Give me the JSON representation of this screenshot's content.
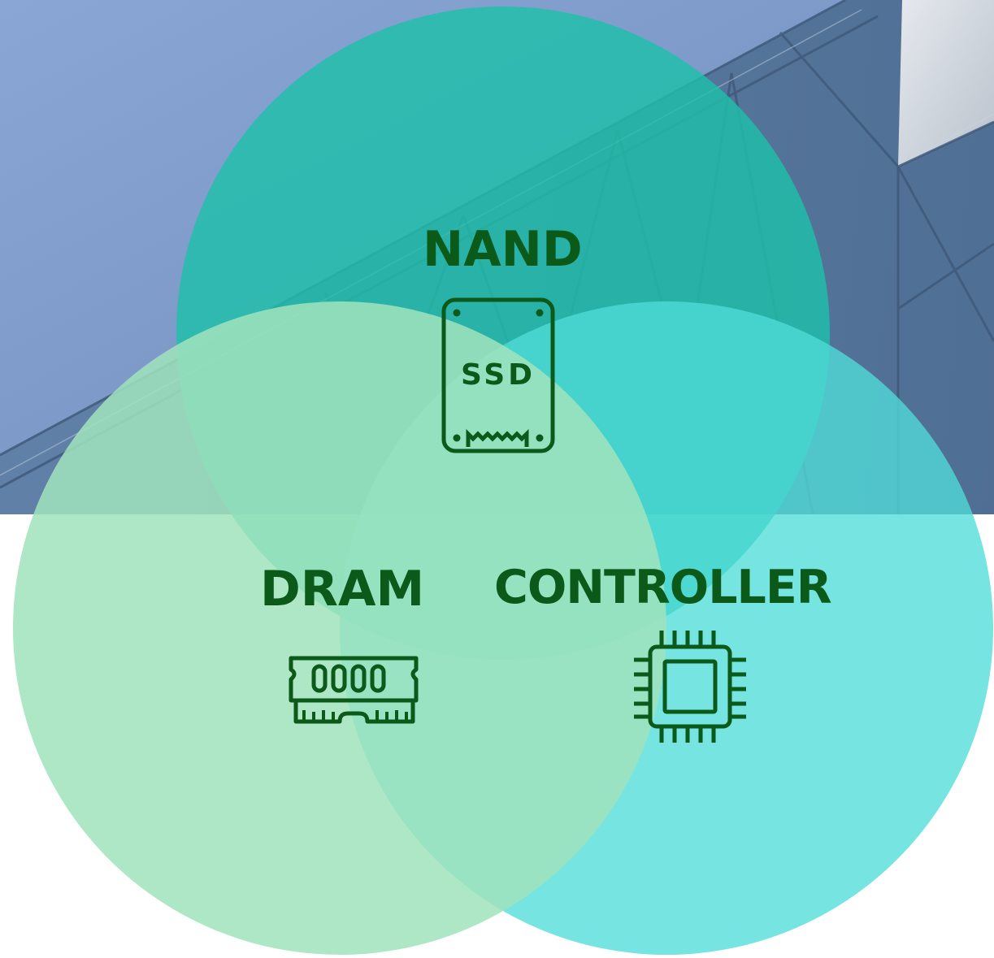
{
  "diagram": {
    "type": "venn",
    "sets": [
      {
        "label": "NAND",
        "icon": "ssd-icon",
        "fill": "#1fbfaa"
      },
      {
        "label": "DRAM",
        "icon": "ram-module-icon",
        "fill": "#94e2b9"
      },
      {
        "label": "CONTROLLER",
        "icon": "cpu-chip-icon",
        "fill": "#5fe0dd"
      }
    ],
    "ssd_icon_text": "SSD",
    "label_color": "#0b5a1a",
    "background": "building-glass-photo"
  }
}
